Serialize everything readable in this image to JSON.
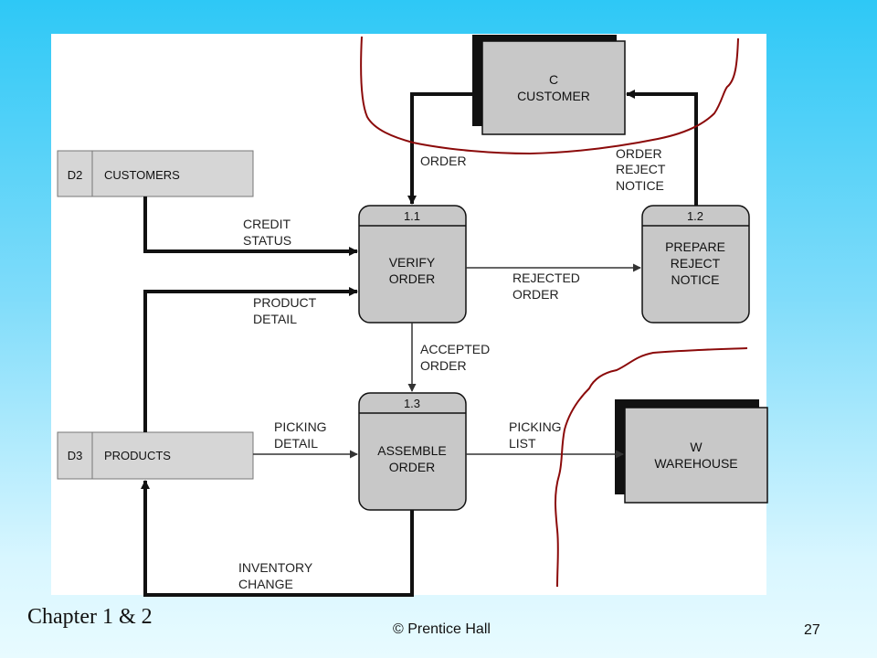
{
  "entities": {
    "customer": {
      "id": "C",
      "name": "CUSTOMER"
    },
    "warehouse": {
      "id": "W",
      "name": "WAREHOUSE"
    }
  },
  "stores": {
    "customers": {
      "id": "D2",
      "name": "CUSTOMERS"
    },
    "products": {
      "id": "D3",
      "name": "PRODUCTS"
    }
  },
  "processes": {
    "p11": {
      "id": "1.1",
      "line1": "VERIFY",
      "line2": "ORDER"
    },
    "p12": {
      "id": "1.2",
      "line1": "PREPARE",
      "line2": "REJECT",
      "line3": "NOTICE"
    },
    "p13": {
      "id": "1.3",
      "line1": "ASSEMBLE",
      "line2": "ORDER"
    }
  },
  "flows": {
    "order": "ORDER",
    "order_reject_1": "ORDER",
    "order_reject_2": "REJECT",
    "order_reject_3": "NOTICE",
    "credit_1": "CREDIT",
    "credit_2": "STATUS",
    "product_1": "PRODUCT",
    "product_2": "DETAIL",
    "rejected_1": "REJECTED",
    "rejected_2": "ORDER",
    "accepted_1": "ACCEPTED",
    "accepted_2": "ORDER",
    "picking_detail_1": "PICKING",
    "picking_detail_2": "DETAIL",
    "picking_list_1": "PICKING",
    "picking_list_2": "LIST",
    "inventory_1": "INVENTORY",
    "inventory_2": "CHANGE"
  },
  "footer": {
    "chapter": "Chapter 1 & 2",
    "copyright": "© Prentice Hall",
    "page": "27"
  },
  "colors": {
    "annotation": "#8b0a0a",
    "box_fill": "#c8c8c8",
    "store_fill": "#d6d6d6"
  }
}
